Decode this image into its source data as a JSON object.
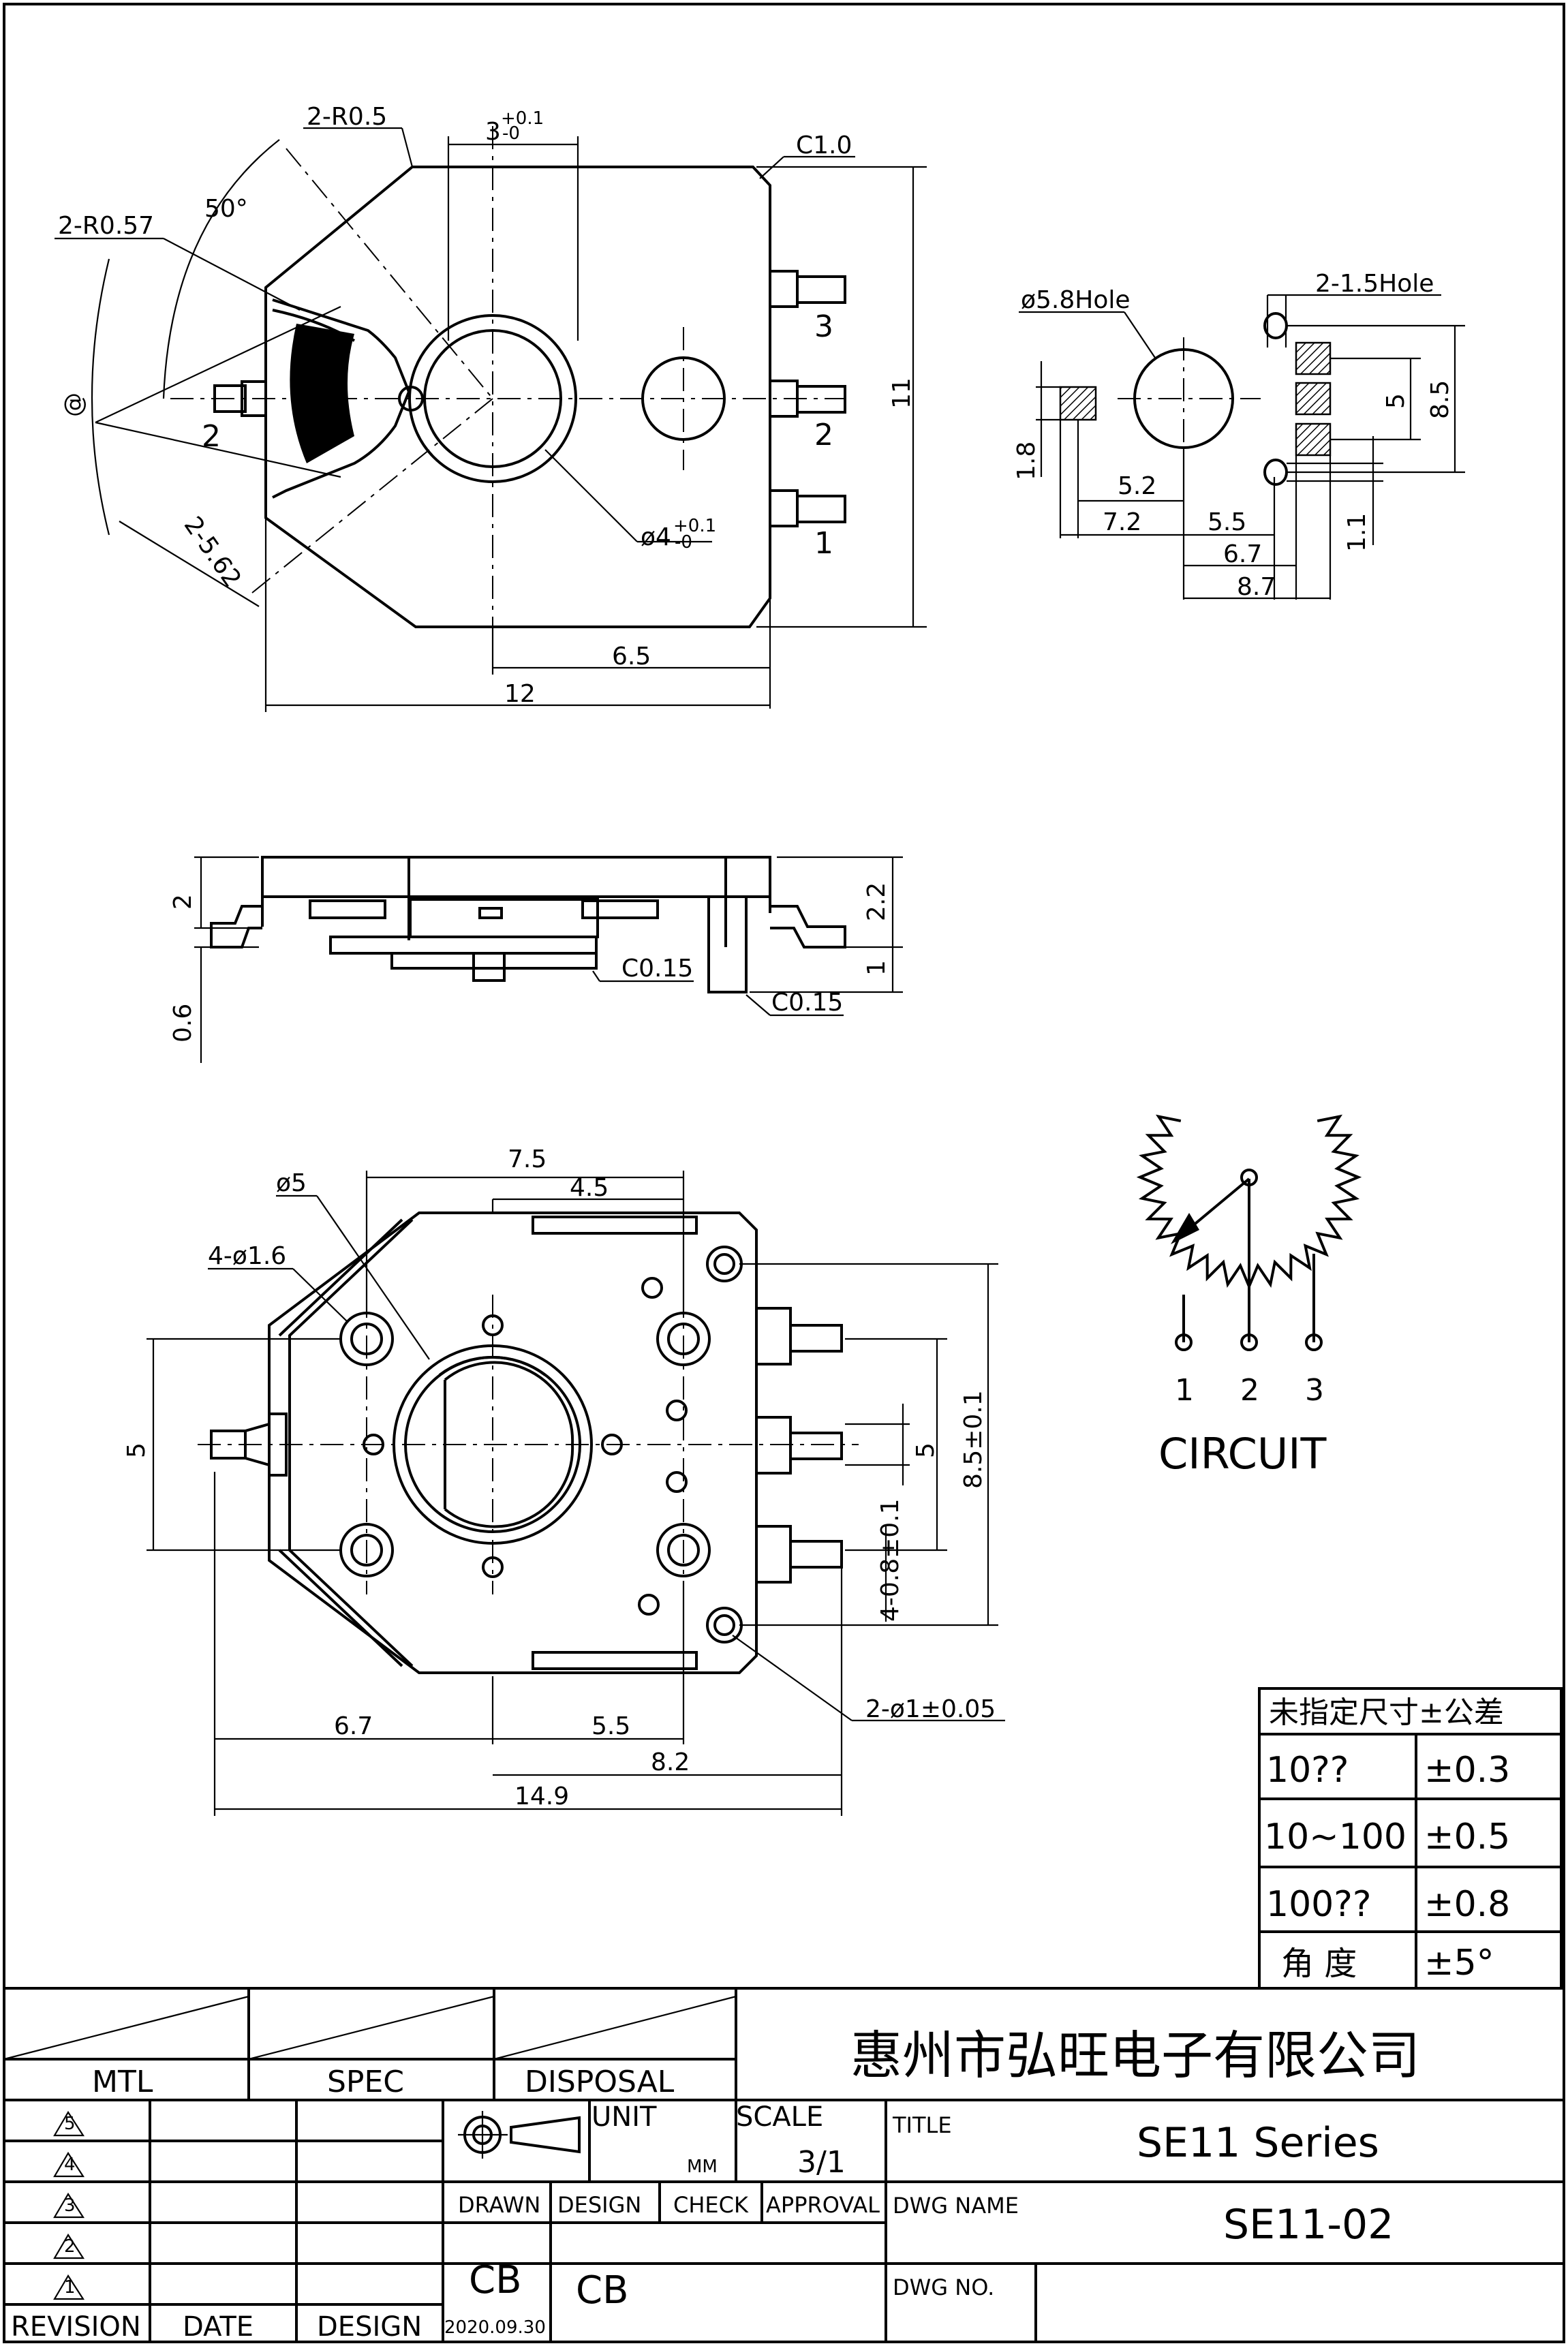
{
  "top_view": {
    "dims": {
      "r05": "2-R0.5",
      "w3": "3",
      "w3_tol_up": "+0.1",
      "w3_tol_dn": "-0",
      "c10": "C1.0",
      "r057": "2-R0.57",
      "ang50": "50°",
      "ang_sym": "@",
      "r562": "2-5.62",
      "d4": "ø4",
      "d4_tol_up": "+0.1",
      "d4_tol_dn": "-0",
      "w65": "6.5",
      "w12": "12",
      "h11": "11"
    },
    "pins": [
      "1",
      "2",
      "3"
    ],
    "left_pin": "2"
  },
  "pad_view": {
    "hole58": "ø5.8Hole",
    "hole15": "2-1.5Hole",
    "d18": "1.8",
    "d52": "5.2",
    "d72": "7.2",
    "d55": "5.5",
    "d67": "6.7",
    "d87": "8.7",
    "d5": "5",
    "d85": "8.5",
    "d11": "1.1"
  },
  "side_view": {
    "d2": "2",
    "d06": "0.6",
    "d22": "2.2",
    "d1": "1",
    "c015a": "C0.15",
    "c015b": "C0.15"
  },
  "bottom_view": {
    "d75": "7.5",
    "d45": "4.5",
    "d5hole": "ø5",
    "d16": "4-ø1.6",
    "d5": "5",
    "d5r": "5",
    "d85": "8.5±0.1",
    "d08": "4-0.8±0.1",
    "d67": "6.7",
    "d55": "5.5",
    "d82": "8.2",
    "d149": "14.9",
    "d1": "2-ø1±0.05"
  },
  "circuit": {
    "pins": [
      "1",
      "2",
      "3"
    ],
    "label": "CIRCUIT"
  },
  "tolerance": {
    "header": "未指定尺寸±公差",
    "rows": [
      {
        "range": "10??",
        "tol": "±0.3"
      },
      {
        "range": "10~100",
        "tol": "±0.5"
      },
      {
        "range": "100??",
        "tol": "±0.8"
      },
      {
        "range": "角 度",
        "tol": "±5°"
      }
    ]
  },
  "title_block": {
    "mtl": "MTL",
    "spec": "SPEC",
    "disposal": "DISPOSAL",
    "company": "惠州市弘旺电子有限公司",
    "revisions": [
      "5",
      "4",
      "3",
      "2",
      "1"
    ],
    "revision_label": "REVISION",
    "date_label": "DATE",
    "design_label": "DESIGN",
    "unit_label": "UNIT",
    "unit_value": "MM",
    "scale_label": "SCALE",
    "scale_value": "3/1",
    "drawn_label": "DRAWN",
    "design2_label": "DESIGN",
    "check_label": "CHECK",
    "approval_label": "APPROVAL",
    "drawn_value": "CB",
    "drawn_date": "2020.09.30",
    "design_value": "CB",
    "title_label": "TITLE",
    "title_value": "SE11  Series",
    "dwg_name_label": "DWG  NAME",
    "dwg_name_value": "SE11-02",
    "dwg_no_label": "DWG  NO."
  }
}
